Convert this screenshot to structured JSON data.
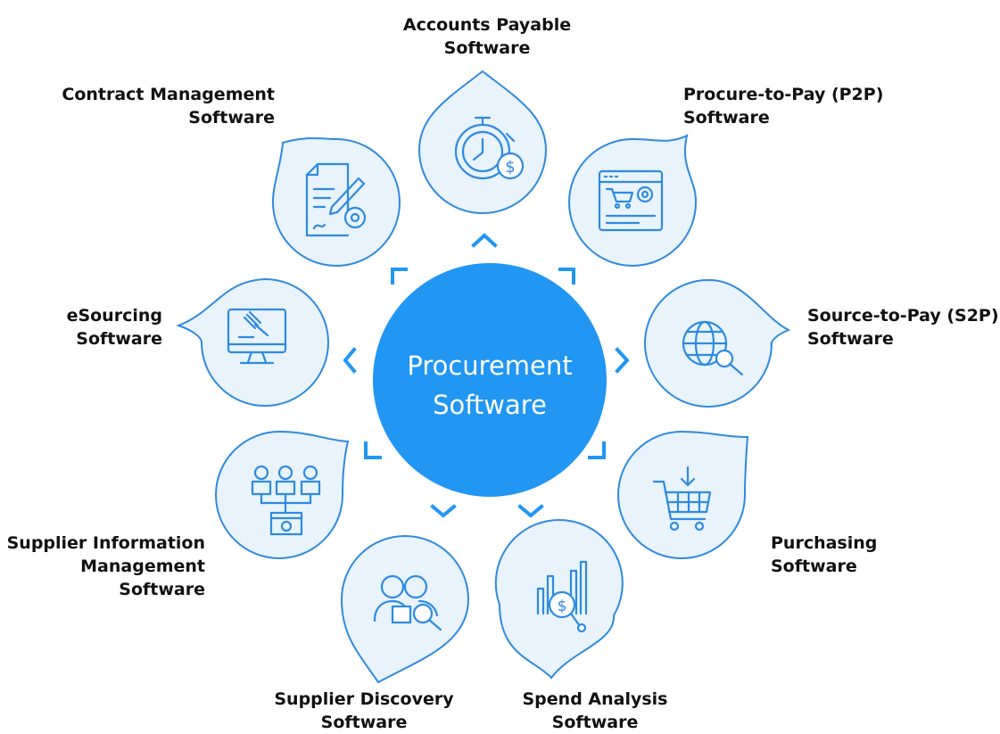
{
  "center": {
    "line1": "Procurement",
    "line2": "Software"
  },
  "items": [
    {
      "icon": "stopwatch-dollar-icon",
      "line1": "Accounts Payable",
      "line2": "Software"
    },
    {
      "icon": "browser-cart-gear-icon",
      "line1": "Procure-to-Pay (P2P)",
      "line2": "Software"
    },
    {
      "icon": "globe-search-icon",
      "line1": "Source-to-Pay (S2P)",
      "line2": "Software"
    },
    {
      "icon": "cart-download-icon",
      "line1": "Purchasing",
      "line2": "Software"
    },
    {
      "icon": "chart-dollar-search-icon",
      "line1": "Spend Analysis",
      "line2": "Software"
    },
    {
      "icon": "users-search-icon",
      "line1": "Supplier Discovery",
      "line2": "Software"
    },
    {
      "icon": "suppliers-network-icon",
      "line1": "Supplier Information",
      "line2": "Management",
      "line3": "Software"
    },
    {
      "icon": "monitor-gavel-icon",
      "line1": "eSourcing",
      "line2": "Software"
    },
    {
      "icon": "contract-pen-gear-icon",
      "line1": "Contract Management",
      "line2": "Software"
    }
  ],
  "colors": {
    "accent": "#2196F3",
    "drop_fill": "#E8F3FC",
    "stroke": "#2E8AE0",
    "text": "#111111"
  }
}
